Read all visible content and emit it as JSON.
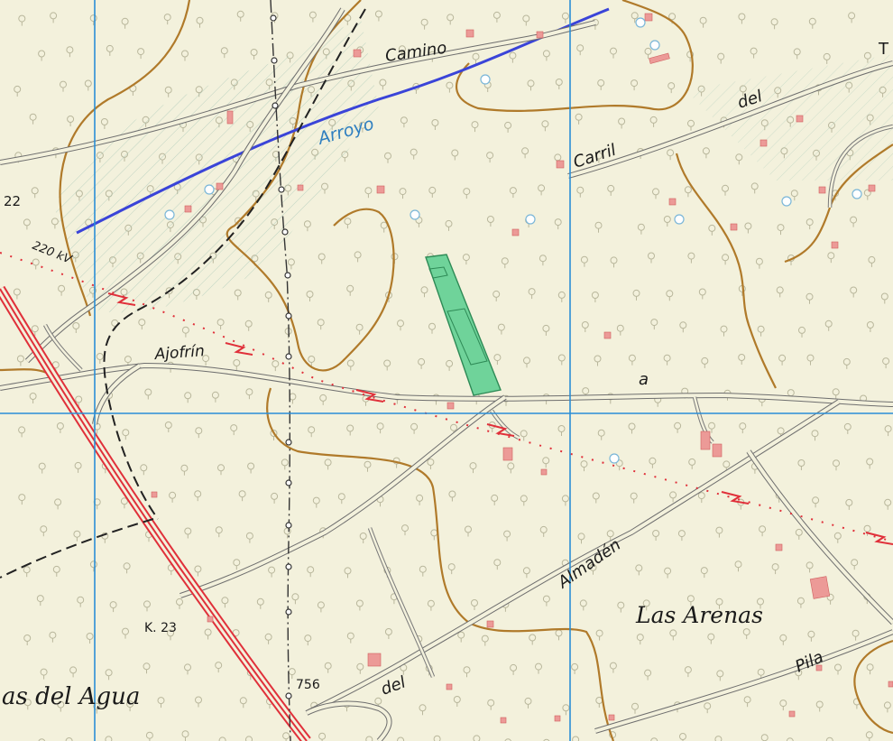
{
  "map": {
    "labels": {
      "camino": "Camino",
      "arroyo": "Arroyo",
      "carril": "Carril",
      "del_top": "del",
      "t_edge": "T",
      "num_22": "22",
      "power_220": "220 kV",
      "ajofrin": "Ajofrín",
      "a_label": "a",
      "almaden": "Almadén",
      "las_arenas": "Las Arenas",
      "k23": "K. 23",
      "num_756": "756",
      "del_bottom": "del",
      "pila": "Pila",
      "as_del_agua": "as del Agua"
    },
    "colors": {
      "background": "#f3f1dc",
      "grid": "#2a8ed6",
      "contour": "#b07a2a",
      "stream": "#3a44d8",
      "highway": "#e0303a",
      "building": "#ec9a97",
      "parcel": "#6fd39a"
    }
  }
}
